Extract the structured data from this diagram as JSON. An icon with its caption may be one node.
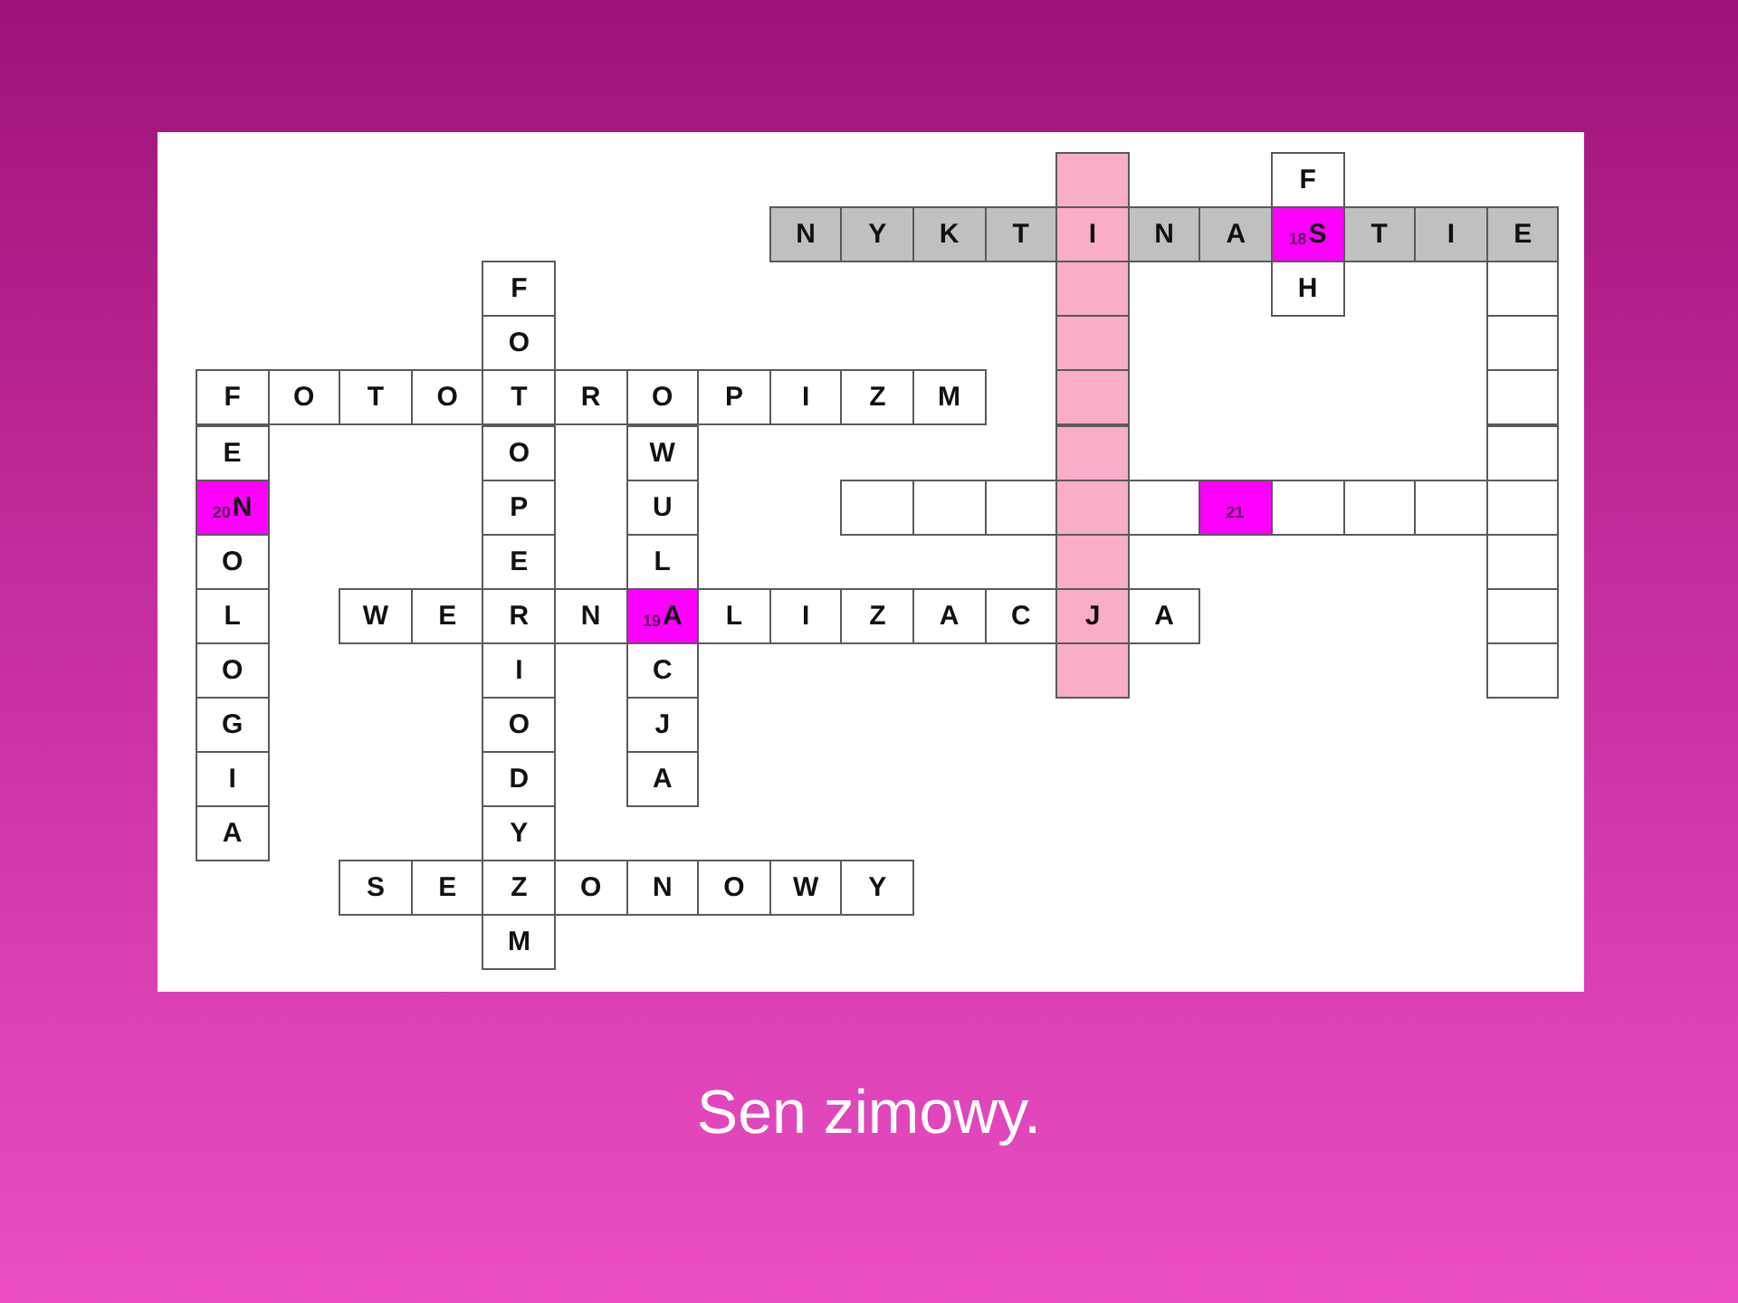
{
  "diagram": {
    "caption": "Sen zimowy.",
    "nodes": [
      {
        "text": [],
        "shape": "box"
      },
      {
        "text": [
          "F"
        ]
      },
      {
        "text": [
          "N"
        ]
      },
      {
        "text": [
          "Y"
        ]
      },
      {
        "text": [
          "K"
        ]
      },
      {
        "text": [
          "T"
        ]
      },
      {
        "text": [
          "I"
        ]
      },
      {
        "text": [
          "N"
        ]
      },
      {
        "text": [
          "A"
        ]
      },
      {
        "text": [
          "18",
          "S"
        ]
      },
      {
        "text": [
          "T"
        ]
      },
      {
        "text": [
          "I"
        ]
      },
      {
        "text": [
          "E"
        ]
      },
      {
        "text": [
          "F"
        ]
      },
      {
        "text": [],
        "shape": "box"
      },
      {
        "text": [
          "H"
        ]
      },
      {
        "text": [],
        "shape": "box"
      },
      {
        "text": [
          "O"
        ]
      },
      {
        "text": [],
        "shape": "box"
      },
      {
        "text": [],
        "shape": "box"
      },
      {
        "text": [
          "F"
        ]
      },
      {
        "text": [
          "O"
        ]
      },
      {
        "text": [
          "T"
        ]
      },
      {
        "text": [
          "O"
        ]
      },
      {
        "text": [
          "T"
        ]
      },
      {
        "text": [
          "R"
        ]
      },
      {
        "text": [
          "O"
        ]
      },
      {
        "text": [
          "P"
        ]
      },
      {
        "text": [
          "I"
        ]
      },
      {
        "text": [
          "Z"
        ]
      },
      {
        "text": [
          "M"
        ]
      },
      {
        "text": [],
        "shape": "box"
      },
      {
        "text": [],
        "shape": "box"
      },
      {
        "text": [
          "E"
        ]
      },
      {
        "text": [
          "O"
        ]
      },
      {
        "text": [
          "W"
        ]
      },
      {
        "text": [],
        "shape": "box"
      },
      {
        "text": [],
        "shape": "box"
      },
      {
        "text": [
          "20",
          "N"
        ]
      },
      {
        "text": [
          "P"
        ]
      },
      {
        "text": [
          "U"
        ]
      },
      {
        "text": [],
        "shape": "box"
      },
      {
        "text": [],
        "shape": "box"
      },
      {
        "text": [],
        "shape": "box"
      },
      {
        "text": [],
        "shape": "box"
      },
      {
        "text": [],
        "shape": "box"
      },
      {
        "text": [
          "21"
        ]
      },
      {
        "text": [],
        "shape": "box"
      },
      {
        "text": [],
        "shape": "box"
      },
      {
        "text": [],
        "shape": "box"
      },
      {
        "text": [],
        "shape": "box"
      },
      {
        "text": [
          "O"
        ]
      },
      {
        "text": [
          "E"
        ]
      },
      {
        "text": [
          "L"
        ]
      },
      {
        "text": [],
        "shape": "box"
      },
      {
        "text": [],
        "shape": "box"
      },
      {
        "text": [
          "L"
        ]
      },
      {
        "text": [
          "W"
        ]
      },
      {
        "text": [
          "E"
        ]
      },
      {
        "text": [
          "R"
        ]
      },
      {
        "text": [
          "N"
        ]
      },
      {
        "text": [
          "19",
          "A"
        ]
      },
      {
        "text": [
          "L"
        ]
      },
      {
        "text": [
          "I"
        ]
      },
      {
        "text": [
          "Z"
        ]
      },
      {
        "text": [
          "A"
        ]
      },
      {
        "text": [
          "C"
        ]
      },
      {
        "text": [
          "J"
        ]
      },
      {
        "text": [
          "A"
        ]
      },
      {
        "text": [],
        "shape": "box"
      },
      {
        "text": [
          "O"
        ]
      },
      {
        "text": [
          "I"
        ]
      },
      {
        "text": [
          "C"
        ]
      },
      {
        "text": [],
        "shape": "box"
      },
      {
        "text": [],
        "shape": "box"
      },
      {
        "text": [
          "G"
        ]
      },
      {
        "text": [
          "O"
        ]
      },
      {
        "text": [
          "J"
        ]
      },
      {
        "text": [
          "I"
        ]
      },
      {
        "text": [
          "D"
        ]
      },
      {
        "text": [
          "A"
        ]
      },
      {
        "text": [
          "A"
        ]
      },
      {
        "text": [
          "Y"
        ]
      },
      {
        "text": [
          "S"
        ]
      },
      {
        "text": [
          "E"
        ]
      },
      {
        "text": [
          "Z"
        ]
      },
      {
        "text": [
          "O"
        ]
      },
      {
        "text": [
          "N"
        ]
      },
      {
        "text": [
          "O"
        ]
      },
      {
        "text": [
          "W"
        ]
      },
      {
        "text": [
          "Y"
        ]
      },
      {
        "text": [
          "M"
        ]
      }
    ]
  }
}
